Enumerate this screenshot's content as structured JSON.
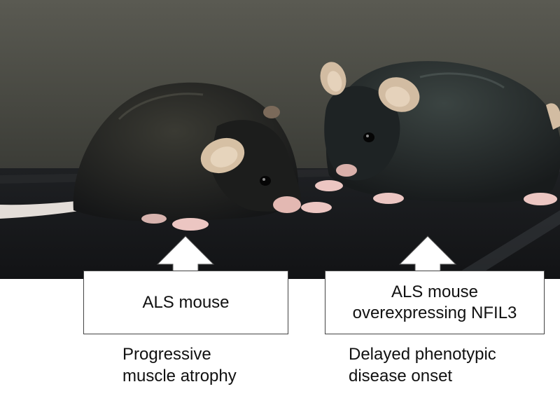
{
  "left_mouse": {
    "label": "ALS mouse",
    "caption_line1": "Progressive",
    "caption_line2": "muscle atrophy"
  },
  "right_mouse": {
    "label_line1": "ALS mouse",
    "label_line2": "overexpressing NFIL3",
    "caption_line1": "Delayed phenotypic",
    "caption_line2": "disease onset"
  },
  "colors": {
    "background": "#ffffff",
    "photo_backdrop": "#2f302c",
    "mouse_fur": "#1d2020",
    "ear_skin": "#d6c0a4",
    "paw_skin": "#e8c0bc"
  }
}
